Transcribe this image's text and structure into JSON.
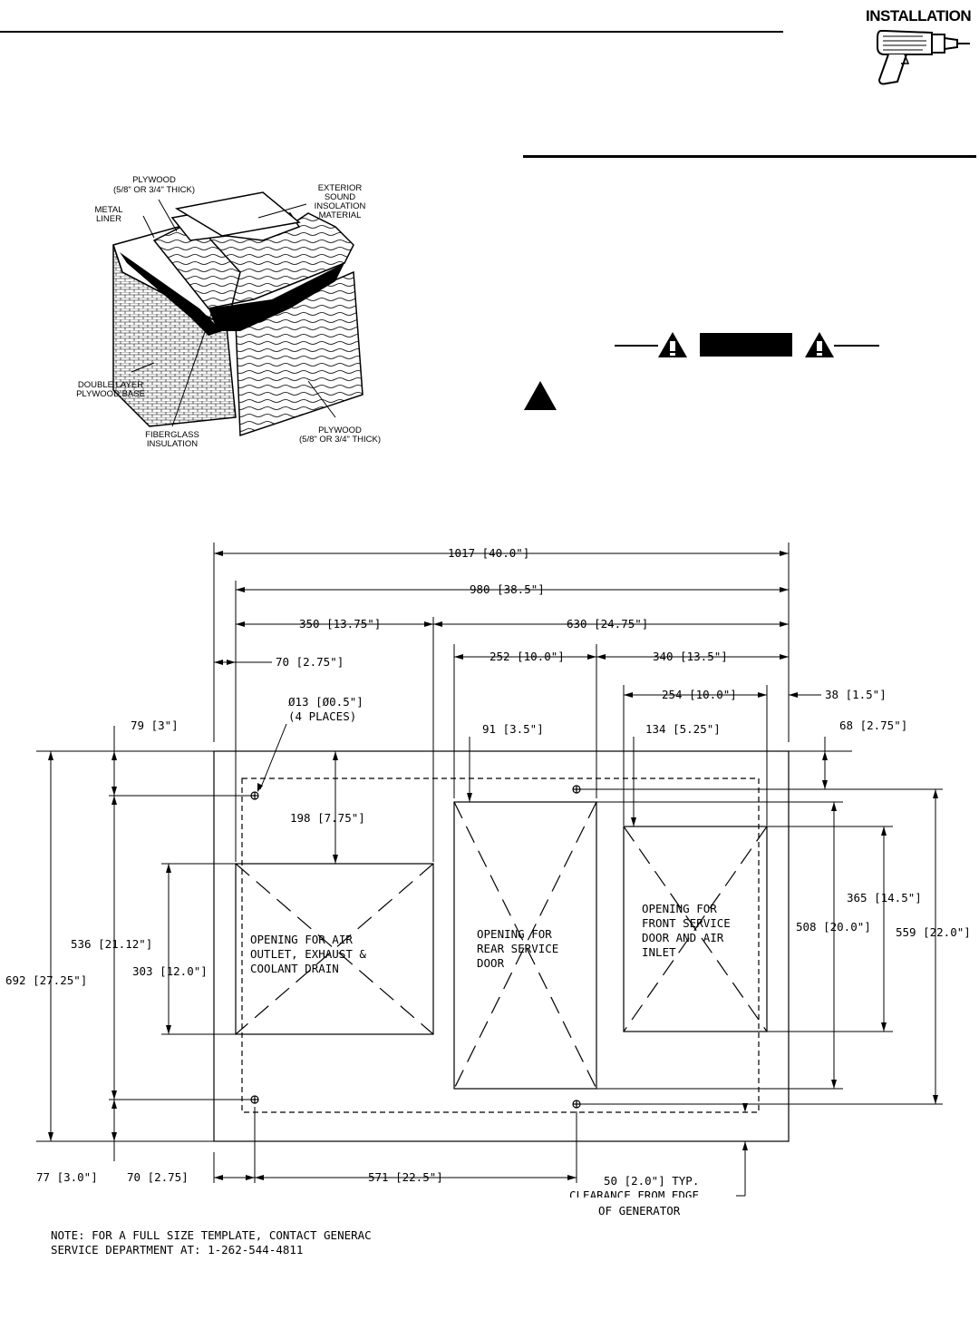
{
  "header": {
    "section": "INSTALLATION"
  },
  "enclosure_labels": {
    "plywood_top": "PLYWOOD",
    "plywood_top_thick": "(5/8\" OR 3/4\" THICK)",
    "metal_liner_1": "METAL",
    "metal_liner_2": "LINER",
    "exterior_1": "EXTERIOR",
    "exterior_2": "SOUND",
    "exterior_3": "INSOLATION",
    "exterior_4": "MATERIAL",
    "double_layer_1": "DOUBLE LAYER",
    "double_layer_2": "PLYWOOD BASE",
    "fiberglass_1": "FIBERGLASS",
    "fiberglass_2": "INSULATION",
    "plywood_side": "PLYWOOD",
    "plywood_side_thick": "(5/8\" OR 3/4\" THICK)"
  },
  "dimensions": {
    "overall_width": "1017 [40.0\"]",
    "bolt_span": "980 [38.5\"]",
    "left_block": "350 [13.75\"]",
    "right_block": "630 [24.75\"]",
    "left_edge_to_hole": "70 [2.75\"]",
    "rear_door_width": "252 [10.0\"]",
    "rear_to_edge": "340 [13.5\"]",
    "front_door_width": "254 [10.0\"]",
    "right_margin": "38 [1.5\"]",
    "hole_dia_1": "Ø13 [Ø0.5\"]",
    "hole_dia_2": "(4 PLACES)",
    "top_margin": "79 [3\"]",
    "rear_top": "91 [3.5\"]",
    "front_top": "134 [5.25\"]",
    "right_top": "68 [2.75\"]",
    "air_top": "198 [7.75\"]",
    "hole_spacing": "536 [21.12\"]",
    "overall_depth": "692 [27.25\"]",
    "air_height": "303 [12.0\"]",
    "front_height": "365 [14.5\"]",
    "rear_height": "508 [20.0\"]",
    "right_span": "559 [22.0\"]",
    "bottom_margin": "77 [3.0\"]",
    "bottom_left": "70 [2.75]",
    "bottom_span": "571 [22.5\"]",
    "clearance_1": "50 [2.0\"] TYP.",
    "clearance_2": "CLEARANCE FROM EDGE",
    "clearance_3": "OF GENERATOR"
  },
  "openings": {
    "air_1": "OPENING FOR AIR",
    "air_2": "OUTLET, EXHAUST &",
    "air_3": "COOLANT DRAIN",
    "rear_1": "OPENING FOR",
    "rear_2": "REAR SERVICE",
    "rear_3": "DOOR",
    "front_1": "OPENING FOR",
    "front_2": "FRONT SERVICE",
    "front_3": "DOOR AND AIR",
    "front_4": "INLET"
  },
  "note": {
    "line1": "NOTE: FOR A FULL SIZE TEMPLATE, CONTACT GENERAC",
    "line2": "SERVICE DEPARTMENT AT: 1-262-544-4811"
  }
}
